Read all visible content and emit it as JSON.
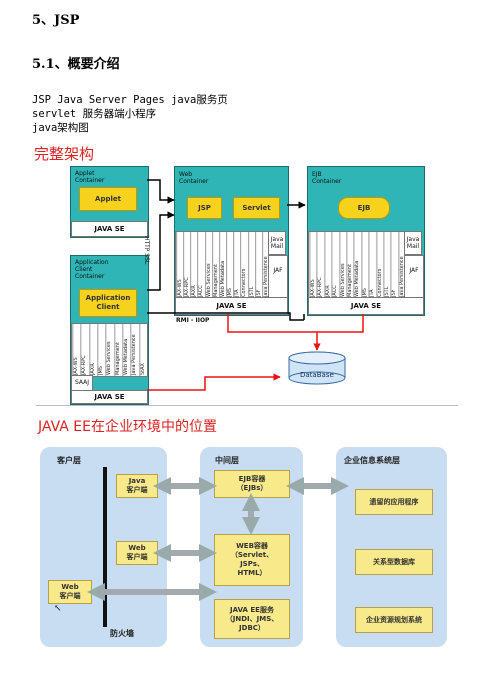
{
  "heading": "5、JSP",
  "subheading": "5.1、概要介绍",
  "lines": [
    "JSP Java Server Pages  java服务页",
    "servlet 服务器端小程序",
    "java架构图"
  ],
  "diagram1": {
    "title": "完整架构",
    "applet_container": "Applet\nContainer",
    "applet": "Applet",
    "java_se": "JAVA SE",
    "app_client_container": "Application\nClient\nContainer",
    "app_client": "Application\nClient",
    "web_container": "Web\nContainer",
    "jsp": "JSP",
    "servlet": "Servlet",
    "ejb_container": "EJB\nContainer",
    "ejb": "EJB",
    "http_ssl": "HTTP SSL",
    "rmi_iiop": "RMI - IIOP",
    "database": "DataBase",
    "saaj": "SAAJ",
    "java_mail": "Java\nMail",
    "jaf": "JAF",
    "apis_web": [
      "JAX-WS",
      "JAX-RPC",
      "JAXR",
      "JACC",
      "Web Services",
      "Management",
      "Web Metadata",
      "JMS",
      "JTA",
      "Connectors",
      "JSTL",
      "JSF",
      "Java Persistence"
    ],
    "apis_client": [
      "JAX-WS",
      "JAX-RPC",
      "JAXR",
      "JMS",
      "Web Services",
      "Management",
      "Web Metadata",
      "Java Persistence",
      "StAX"
    ]
  },
  "diagram2": {
    "title": "JAVA EE在企业环境中的位置",
    "client_layer": "客户层",
    "middle_layer": "中间层",
    "eis_layer": "企业信息系统层",
    "java_client": "Java\n客户端",
    "web_client_1": "Web\n客户端",
    "web_client_2": "Web\n客户端",
    "firewall": "防火墙",
    "ejb_container": "EJB容器\n（EJBs）",
    "web_container": "WEB容器\n（Servlet、\nJSPs、\nHTML）",
    "javaee_service": "JAVA EE服务\n（JNDI、JMS、\nJDBC）",
    "legacy_app": "遗留的应用程序",
    "rel_db": "关系型数据库",
    "erp": "企业资源规划系统"
  }
}
